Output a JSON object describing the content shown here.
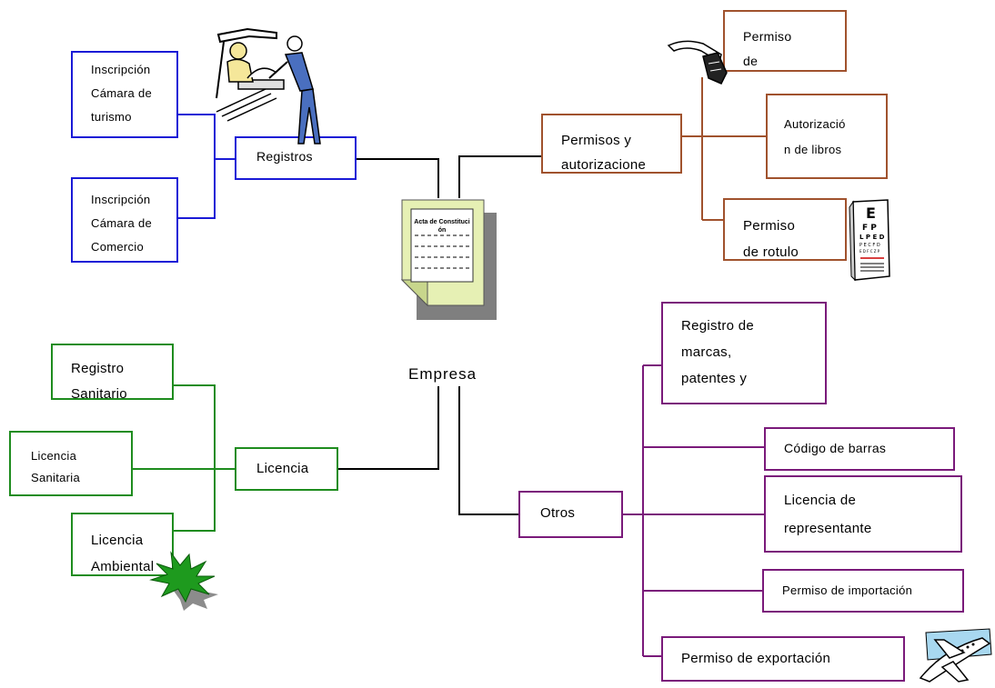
{
  "center": {
    "label": "Empresa"
  },
  "document": {
    "title": "Acta de Constituci ón"
  },
  "registros": {
    "label": "Registros",
    "items": [
      {
        "lines": [
          "Inscripción",
          "Cámara de",
          "turismo"
        ]
      },
      {
        "lines": [
          "Inscripción",
          "Cámara de",
          "Comercio"
        ]
      }
    ]
  },
  "permisos": {
    "label_lines": [
      "Permisos y",
      "autorizacione"
    ],
    "items": [
      {
        "lines": [
          "Permiso",
          "de"
        ]
      },
      {
        "lines": [
          "Autorizació",
          "n de libros"
        ]
      },
      {
        "lines": [
          "Permiso",
          "de rotulo"
        ]
      }
    ]
  },
  "licencia": {
    "label": "Licencia",
    "items": [
      {
        "lines": [
          "Registro",
          "Sanitario"
        ]
      },
      {
        "lines": [
          "Licencia",
          "Sanitaria"
        ]
      },
      {
        "lines": [
          "Licencia",
          "Ambiental"
        ]
      }
    ]
  },
  "otros": {
    "label": "Otros",
    "items": [
      {
        "lines": [
          "Registro de",
          "marcas,",
          "patentes y"
        ]
      },
      {
        "lines": [
          "Código de barras"
        ]
      },
      {
        "lines": [
          "Licencia de",
          "representante"
        ]
      },
      {
        "lines": [
          "Permiso de importación"
        ]
      },
      {
        "lines": [
          "Permiso de exportación"
        ]
      }
    ]
  },
  "icons": [
    "meeting-clipart-icon",
    "scroll-hand-icon",
    "eye-chart-icon",
    "plant-icon",
    "airplane-icon"
  ],
  "colors": {
    "registros": "#1a1ad6",
    "permisos": "#a0522d",
    "licencia": "#1e8c1e",
    "otros": "#7a1a7a"
  }
}
